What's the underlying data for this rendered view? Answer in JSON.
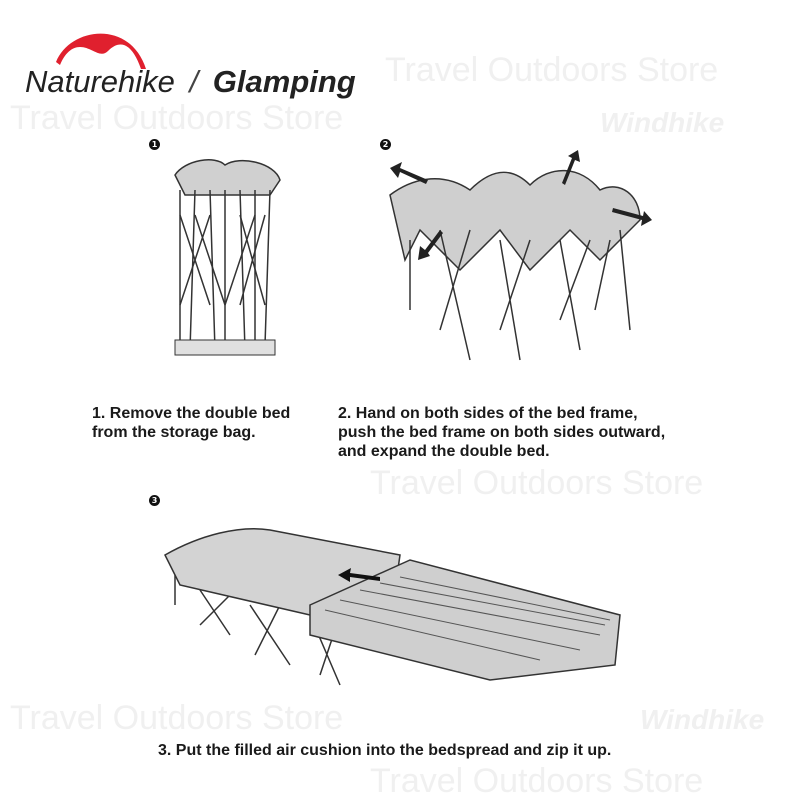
{
  "header": {
    "brand": "Naturehike",
    "separator": "/",
    "product_line": "Glamping",
    "logo_color": "#e0202e"
  },
  "watermarks": [
    "Travel Outdoors Store",
    "Windhike"
  ],
  "steps": [
    {
      "number": "1",
      "text_line1": "1. Remove the double bed",
      "text_line2": "from the storage bag."
    },
    {
      "number": "2",
      "text_line1": "2. Hand on both sides of the bed frame,",
      "text_line2": "push the bed frame on both sides outward,",
      "text_line3": "and expand the double bed."
    },
    {
      "number": "3",
      "text_line1": "3. Put the filled air cushion into the bedspread and zip it up."
    }
  ]
}
